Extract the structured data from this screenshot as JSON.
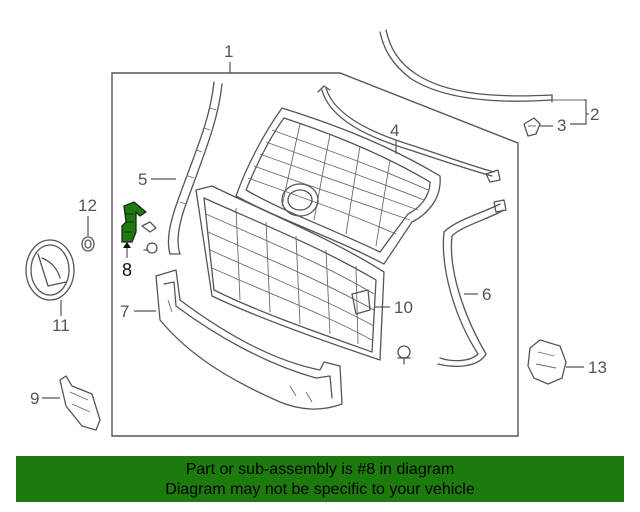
{
  "callouts": {
    "c1": "1",
    "c2": "2",
    "c3": "3",
    "c4": "4",
    "c5": "5",
    "c6": "6",
    "c7": "7",
    "c8": "8",
    "c9": "9",
    "c10": "10",
    "c11": "11",
    "c12": "12",
    "c13": "13"
  },
  "highlight_color": "#1d7a0c",
  "banner": {
    "line1": "Part or sub-assembly is #8 in diagram",
    "line2": "Diagram may not be specific to your vehicle"
  }
}
